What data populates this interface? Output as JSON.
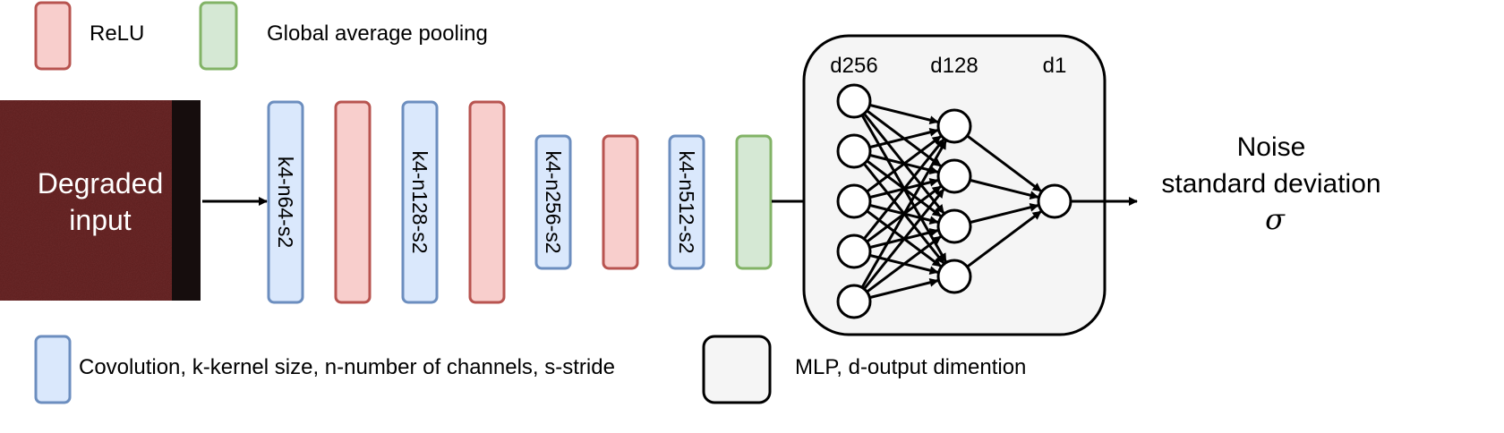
{
  "legend": {
    "relu": "ReLU",
    "gap": "Global average pooling",
    "conv": "Covolution, k-kernel size, n-number of channels, s-stride",
    "mlp": "MLP, d-output dimention"
  },
  "input": {
    "line1": "Degraded",
    "line2": "input"
  },
  "layers": {
    "conv1": "k4-n64-s2",
    "conv2": "k4-n128-s2",
    "conv3": "k4-n256-s2",
    "conv4": "k4-n512-s2"
  },
  "mlp": {
    "d1": "d256",
    "d2": "d128",
    "d3": "d1"
  },
  "output": {
    "line1": "Noise",
    "line2": "standard deviation",
    "symbol": "σ"
  },
  "colors": {
    "relu_fill": "#f8cecc",
    "relu_stroke": "#b85450",
    "conv_fill": "#dae8fc",
    "conv_stroke": "#6c8ebf",
    "gap_fill": "#d5e8d4",
    "gap_stroke": "#82b366",
    "mlp_fill": "#f5f5f5",
    "mlp_stroke": "#000000",
    "input_fill": "#6e2a2a",
    "input_strip": "#1f1414"
  },
  "network": {
    "layer_sizes": [
      5,
      4,
      1
    ]
  }
}
